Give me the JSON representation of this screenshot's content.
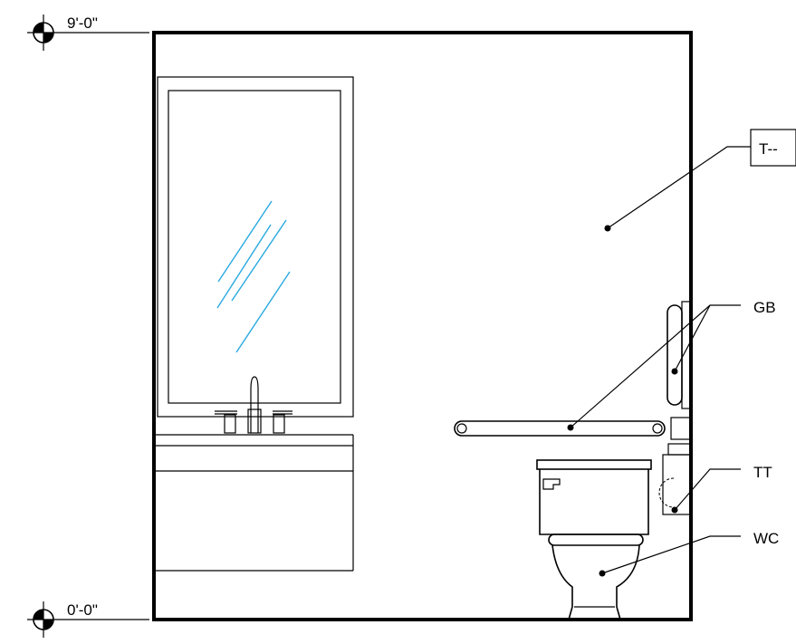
{
  "levels": {
    "top": "9'-0\"",
    "bottom": "0'-0\""
  },
  "tags": {
    "wall_finish": "T--",
    "grab_bar": "GB",
    "toilet_tissue": "TT",
    "water_closet": "WC"
  },
  "colors": {
    "line": "#000000",
    "mirror_reflection": "#29a9e1",
    "background": "#ffffff"
  }
}
